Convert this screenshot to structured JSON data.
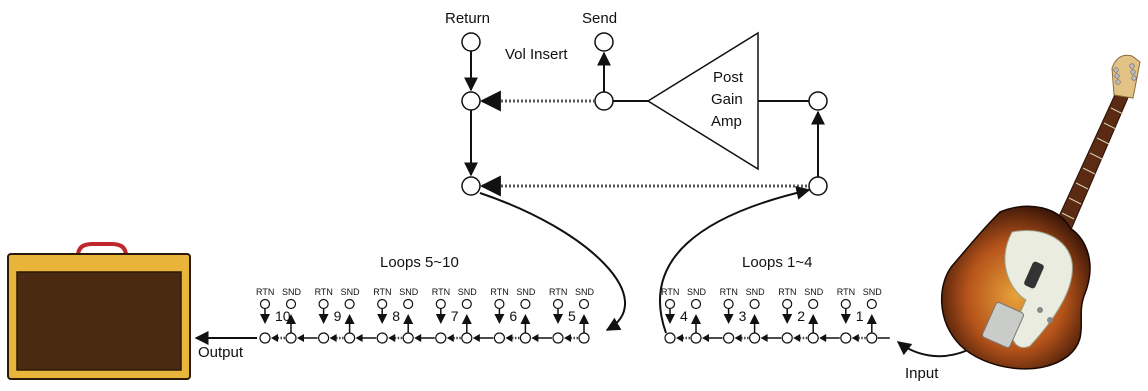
{
  "labels": {
    "return": "Return",
    "send": "Send",
    "vol_insert": "Vol Insert",
    "post_gain_amp": [
      "Post",
      "Gain",
      "Amp"
    ],
    "loops_left": "Loops 5~10",
    "loops_right": "Loops 1~4",
    "output": "Output",
    "input": "Input"
  },
  "loops_left": [
    {
      "num": "10",
      "rtn": "RTN",
      "snd": "SND"
    },
    {
      "num": "9",
      "rtn": "RTN",
      "snd": "SND"
    },
    {
      "num": "8",
      "rtn": "RTN",
      "snd": "SND"
    },
    {
      "num": "7",
      "rtn": "RTN",
      "snd": "SND"
    },
    {
      "num": "6",
      "rtn": "RTN",
      "snd": "SND"
    },
    {
      "num": "5",
      "rtn": "RTN",
      "snd": "SND"
    }
  ],
  "loops_right": [
    {
      "num": "4",
      "rtn": "RTN",
      "snd": "SND"
    },
    {
      "num": "3",
      "rtn": "RTN",
      "snd": "SND"
    },
    {
      "num": "2",
      "rtn": "RTN",
      "snd": "SND"
    },
    {
      "num": "1",
      "rtn": "RTN",
      "snd": "SND"
    }
  ],
  "icons": {
    "amp": "amplifier-icon",
    "guitar": "electric-guitar-icon"
  },
  "colors": {
    "amp_tolex": "#e8b43a",
    "amp_grille": "#4a2b12",
    "amp_handle": "#c0272d",
    "guitar_body": "#7a2d10",
    "guitar_pickguard": "#e9ecde"
  }
}
